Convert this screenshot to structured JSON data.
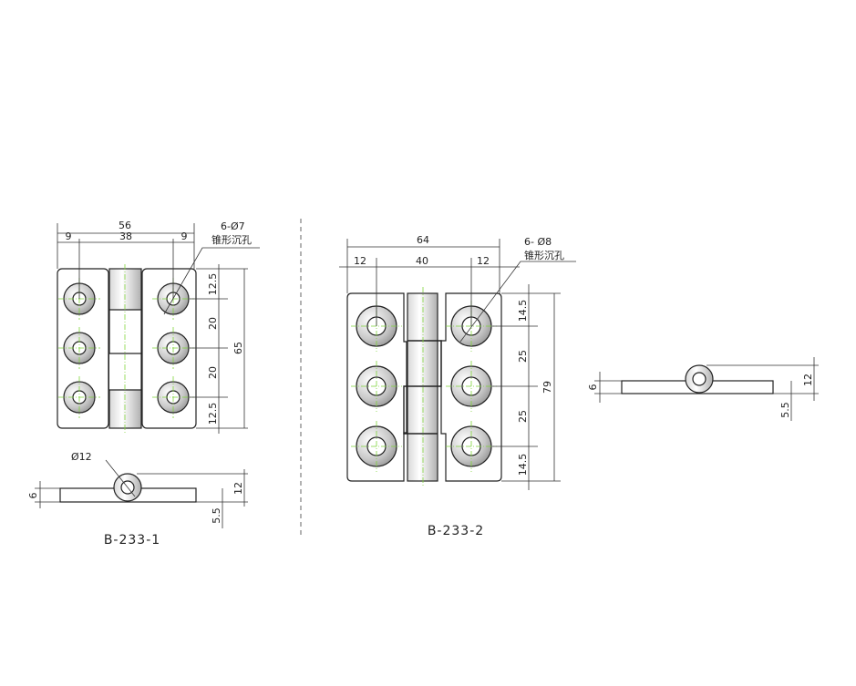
{
  "drawings": [
    {
      "model": "B-233-1",
      "width": "56",
      "edge_left": "9",
      "hole_span": "38",
      "edge_right": "9",
      "height": "65",
      "v1": "12.5",
      "v2": "20",
      "v3": "20",
      "v4": "12.5",
      "hole_callout": "6-Ø7",
      "hole_type": "锥形沉孔",
      "knuckle_dia": "Ø12",
      "thickness": "6",
      "total_height": "12",
      "offset": "5.5"
    },
    {
      "model": "B-233-2",
      "width": "64",
      "edge_left": "12",
      "hole_span": "40",
      "edge_right": "12",
      "height": "79",
      "v1": "14.5",
      "v2": "25",
      "v3": "25",
      "v4": "14.5",
      "hole_callout": "6- Ø8",
      "hole_type": "锥形沉孔",
      "thickness": "6",
      "total_height": "12",
      "offset": "5.5"
    }
  ],
  "colors": {
    "centerline": "#7fd43a",
    "outline": "#222222"
  }
}
